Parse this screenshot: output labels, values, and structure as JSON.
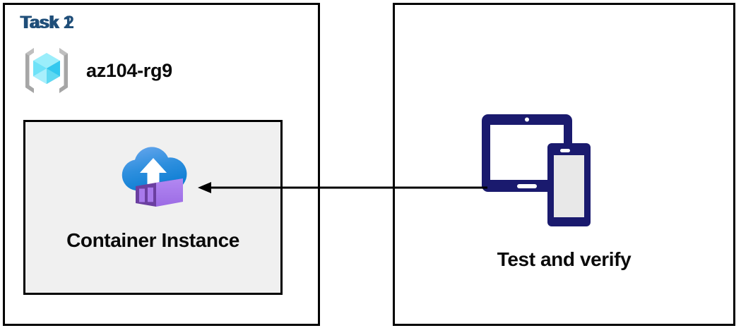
{
  "diagram": {
    "panels": [
      {
        "id": "task1",
        "title": "Task 1",
        "resource_group": {
          "icon": "azure-resource-group-icon",
          "label": "az104-rg9"
        },
        "card": {
          "icon": "azure-container-instance-icon",
          "label": "Container Instance"
        }
      },
      {
        "id": "task2",
        "title": "Task 2",
        "device": {
          "icon": "tablet-and-phone-devices-icon",
          "label": "Test and verify"
        }
      }
    ],
    "connector": {
      "name": "arrow-task2-to-task1",
      "direction": "right-to-left"
    },
    "colors": {
      "title": "#1F4E79",
      "panel_border": "#000000",
      "card_fill": "#F0F0F0",
      "label_text": "#0a0a0a",
      "rg_cube_light": "#9BEEFB",
      "rg_cube_mid": "#32C8EF",
      "rg_cube_dark": "#28A8CE",
      "rg_bracket": "#A6A6A6",
      "cloud_light": "#5A9BE8",
      "cloud_dark": "#0F7FD4",
      "container_dark": "#6B3FA0",
      "container_light": "#A879EC",
      "container_panel": "#9B6BD8",
      "device_navy": "#1A1A6E",
      "device_screen": "#E8E8E8",
      "arrow": "#000000"
    }
  }
}
